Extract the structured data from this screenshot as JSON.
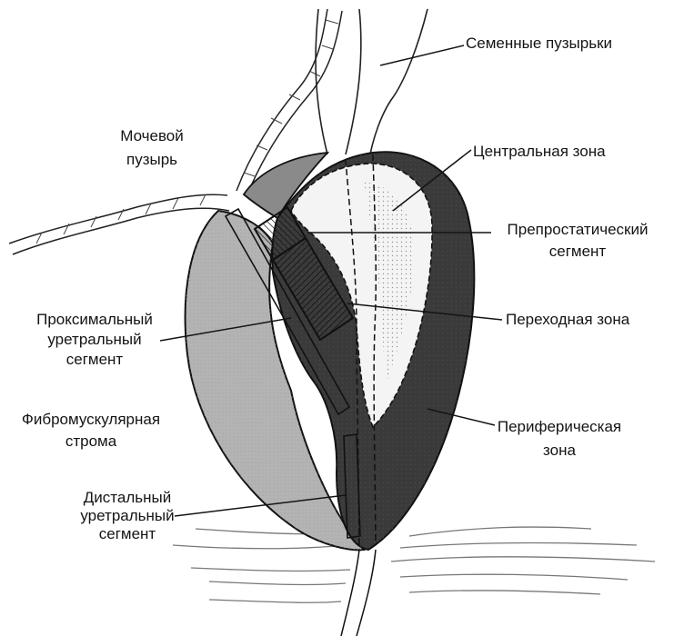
{
  "labels": {
    "seminal_vesicles": "Семенные пузырьки",
    "bladder_line1": "Мочевой",
    "bladder_line2": "пузырь",
    "central_zone": "Центральная зона",
    "preprostatic_line1": "Препростатический",
    "preprostatic_line2": "сегмент",
    "transition_zone": "Переходная зона",
    "proximal_line1": "Проксимальный",
    "proximal_line2": "уретральный",
    "proximal_line3": "сегмент",
    "peripheral_line1": "Периферическая",
    "peripheral_line2": "зона",
    "fibromuscular_line1": "Фибромускулярная",
    "fibromuscular_line2": "строма",
    "distal_line1": "Дистальный",
    "distal_line2": "уретральный",
    "distal_line3": "сегмент"
  },
  "colors": {
    "ink": "#141414",
    "peripheral_zone": "#3a3a3a",
    "fibromuscular_stroma": "#b4b4b4",
    "central_zone": "#f4f4f4",
    "background": "#ffffff"
  }
}
